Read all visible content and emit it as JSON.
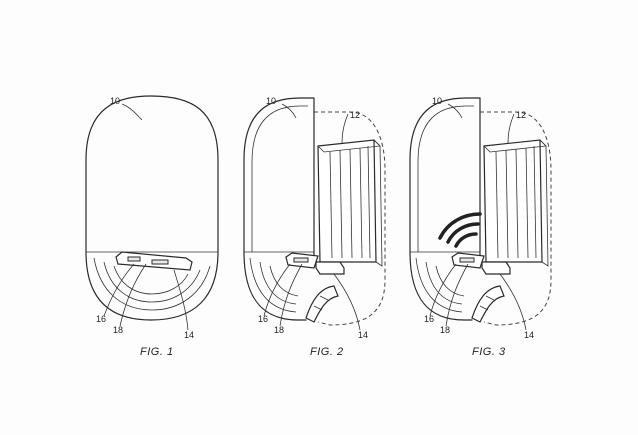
{
  "figures": [
    {
      "caption": "FIG. 1",
      "refs": {
        "window": "10",
        "device": "14",
        "field": "16",
        "lights": "18"
      }
    },
    {
      "caption": "FIG. 2",
      "refs": {
        "window": "10",
        "shade": "12",
        "device": "14",
        "field": "16",
        "lights": "18"
      }
    },
    {
      "caption": "FIG. 3",
      "refs": {
        "window": "10",
        "shade": "12",
        "device": "14",
        "field": "16",
        "lights": "18"
      }
    }
  ]
}
